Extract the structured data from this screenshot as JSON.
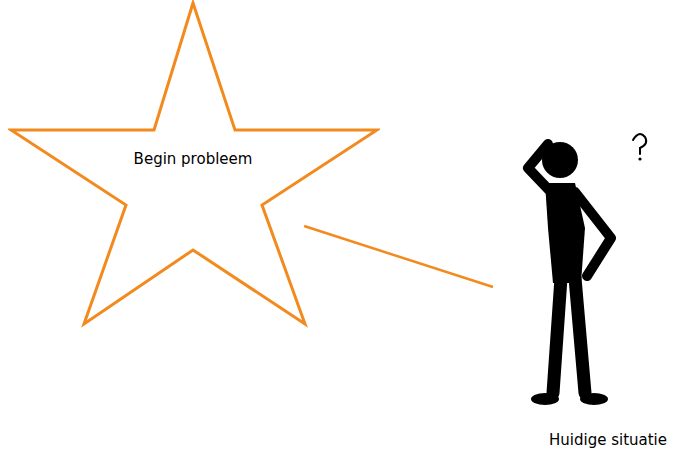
{
  "diagram": {
    "nodes": [
      {
        "text": [
          "Begin probleem"
        ]
      },
      {
        "text": [
          "Huidige situatie"
        ]
      }
    ],
    "edges": [
      {
        "from": 0,
        "to": 1,
        "arrow": "none"
      }
    ]
  }
}
